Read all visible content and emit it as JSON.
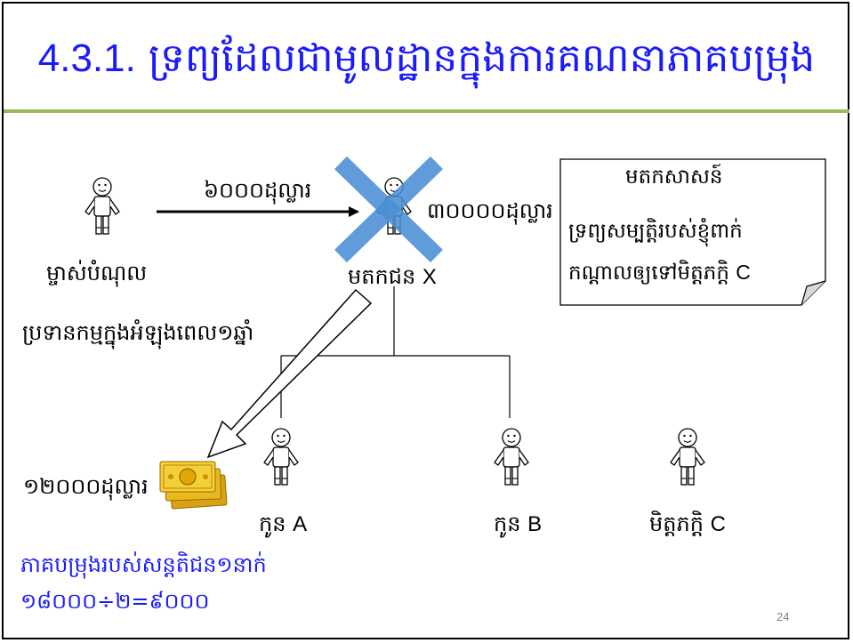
{
  "slide": {
    "title_number": "4.3.1.",
    "title_text": "ទ្រព្យដែលជាមូលដ្ឋានក្នុងការគណនាភាគបម្រុង",
    "page_number": "24"
  },
  "people": {
    "owner": {
      "label": "ម្ចាស់បំណុល",
      "icon": "stick-person-icon"
    },
    "deceased": {
      "label": "មតកជន",
      "tag": "X",
      "amount": "៣០០០០ដុល្លារ",
      "icon": "stick-person-icon",
      "mark": "crossed-out"
    },
    "child_a": {
      "label": "កូន",
      "tag": "A"
    },
    "child_b": {
      "label": "កូន",
      "tag": "B"
    },
    "friend_c": {
      "label": "មិត្តភក្តិ",
      "tag": "C"
    }
  },
  "debt_arrow": {
    "label": "៦០០០ដុល្លារ"
  },
  "gift_arrow": {
    "label": "ប្រទានកម្មក្នុងអំឡុងពេល១ឆ្នាំ"
  },
  "gift_amount": {
    "label": "១២០០០ដុល្លារ",
    "icon": "banknotes-icon"
  },
  "will_note": {
    "heading": "មតកសាសន៍",
    "line1": "ទ្រព្យសម្បត្តិរបស់ខ្ញុំពាក់",
    "line2": "កណ្តាលឲ្យទៅមិត្តភក្តិ",
    "line2_tag": "C"
  },
  "reserve_calc": {
    "line1": "ភាគបម្រុងរបស់សន្តតិជន១នាក់",
    "line2": "១៨០០០÷២=៩០០០"
  },
  "colors": {
    "accent_blue": "#1a1aff",
    "rule_green": "#9bbb59",
    "cross_blue": "#4a8ed4"
  }
}
